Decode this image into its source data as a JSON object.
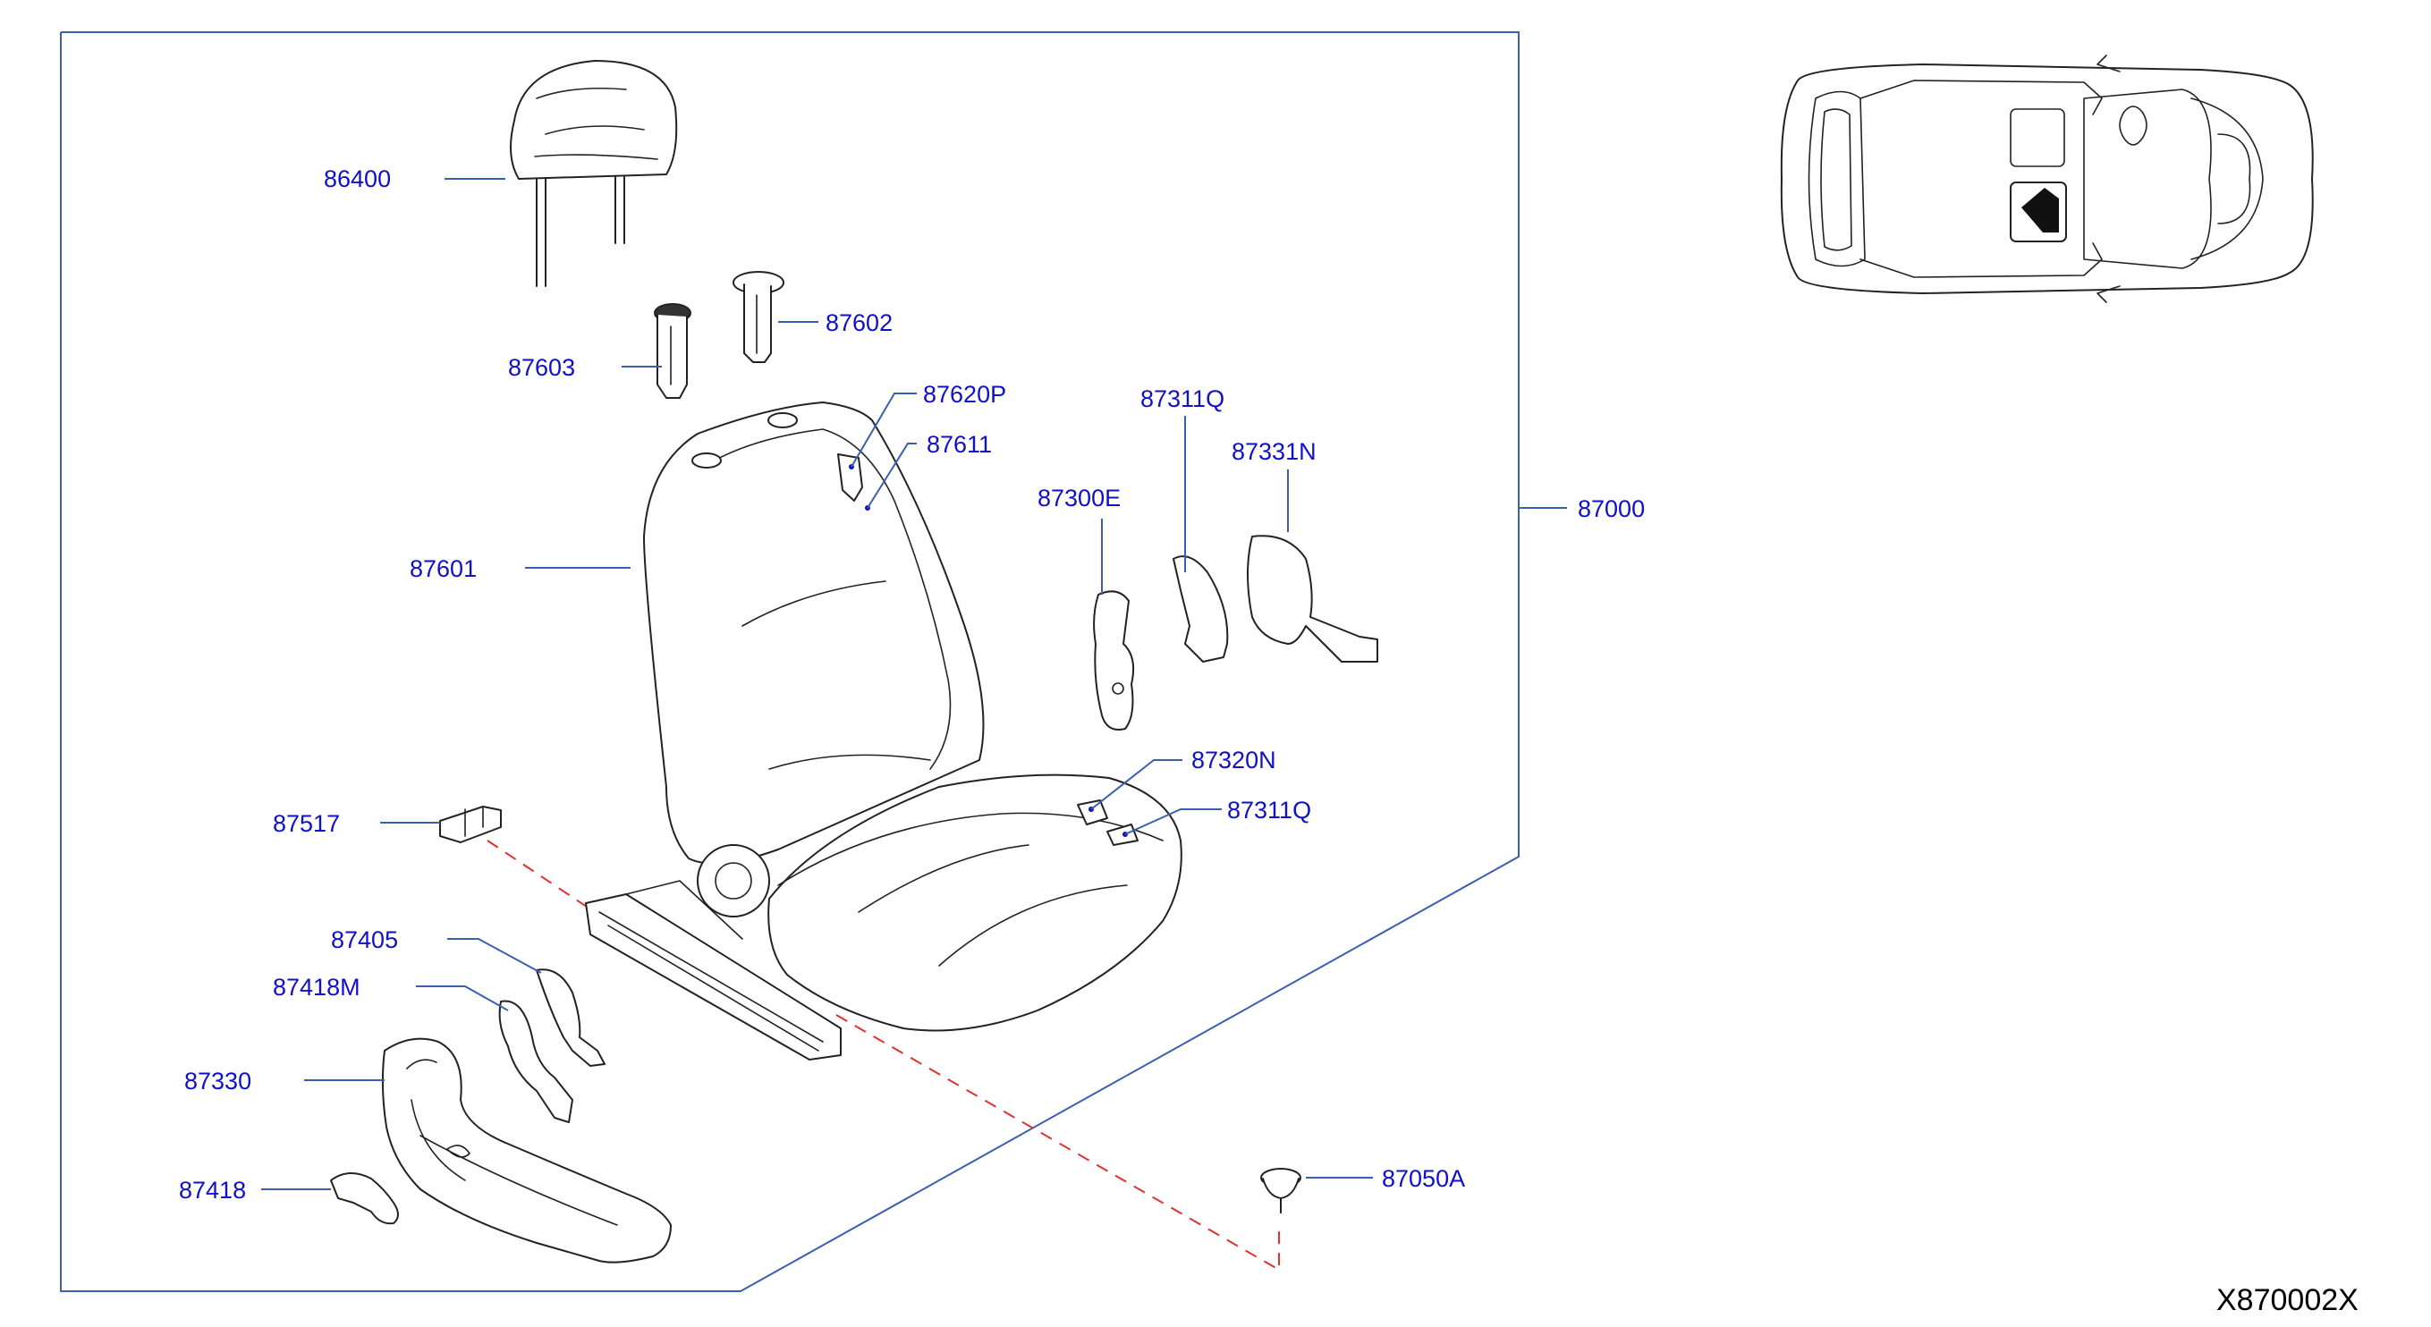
{
  "labels": {
    "p86400": "86400",
    "p87602": "87602",
    "p87603": "87603",
    "p87620P": "87620P",
    "p87611": "87611",
    "p87311Q_a": "87311Q",
    "p87331N": "87331N",
    "p87300E": "87300E",
    "p87000": "87000",
    "p87601": "87601",
    "p87320N": "87320N",
    "p87311Q_b": "87311Q",
    "p87517": "87517",
    "p87405": "87405",
    "p87418M": "87418M",
    "p87330": "87330",
    "p87418": "87418",
    "p87050A": "87050A"
  },
  "diagram_code": "X870002X",
  "colors": {
    "label": "#1010c8",
    "leader": "#3a5fb0",
    "dashed_guide": "#e03030",
    "part_line": "#222222"
  }
}
